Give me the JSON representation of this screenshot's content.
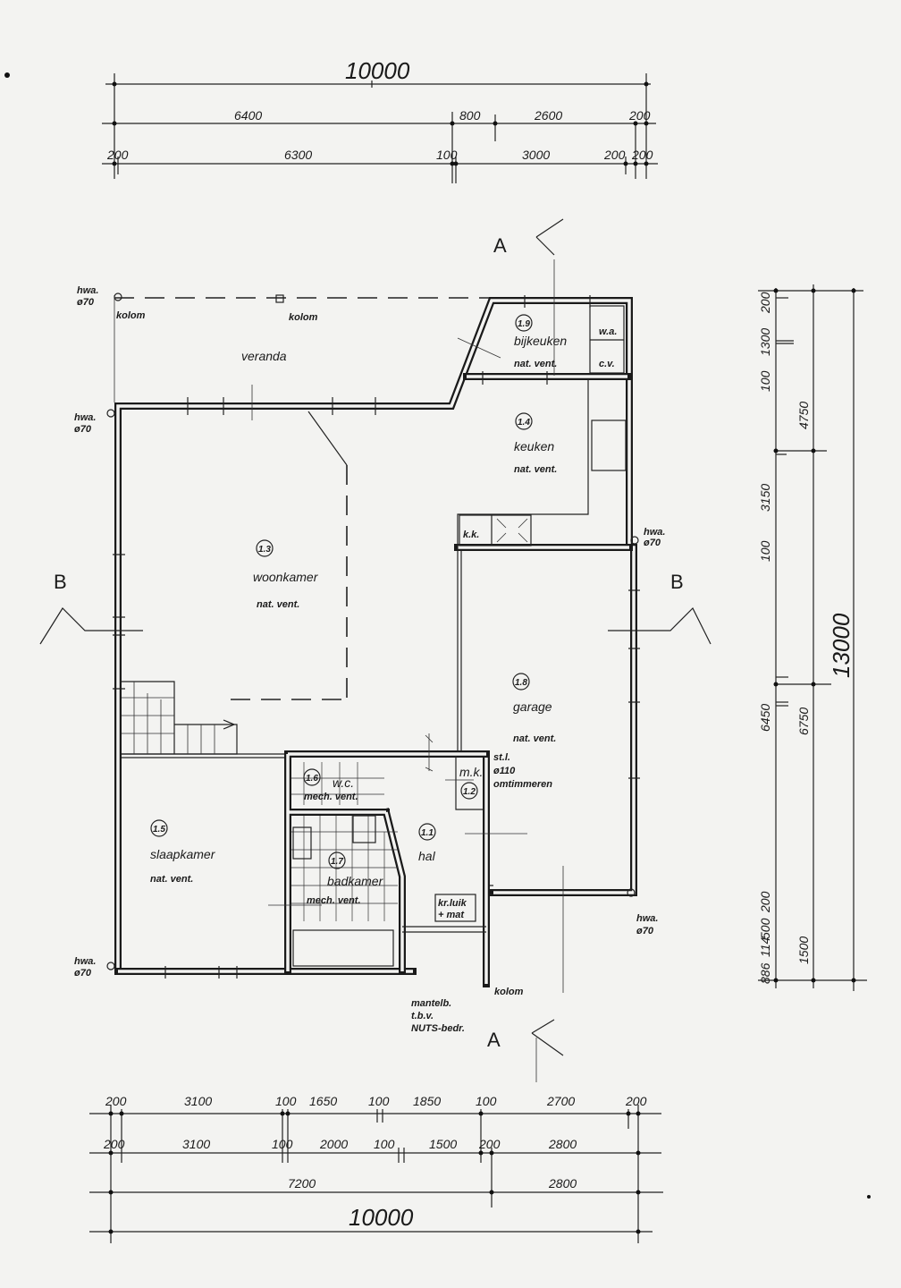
{
  "dimensions": {
    "top_total": "10000",
    "top_row1": [
      "6400",
      "800",
      "2600",
      "200"
    ],
    "top_row2": [
      "200",
      "6300",
      "100",
      "3000",
      "200",
      "200"
    ],
    "right_row1": [
      "200",
      "1300",
      "100",
      "3150",
      "100",
      "6450",
      "200",
      "500",
      "114",
      "886"
    ],
    "right_row2": [
      "4750",
      "6750",
      "1500"
    ],
    "right_total": "13000",
    "bottom_row1": [
      "200",
      "3100",
      "100",
      "1650",
      "100",
      "1850",
      "100",
      "2700",
      "200"
    ],
    "bottom_row2": [
      "200",
      "3100",
      "100",
      "2000",
      "100",
      "1500",
      "200",
      "2800"
    ],
    "bottom_row3": [
      "7200",
      "2800"
    ],
    "bottom_total": "10000"
  },
  "rooms": [
    {
      "num": "1.9",
      "name": "bijkeuken",
      "vent": "nat. vent."
    },
    {
      "num": "1.4",
      "name": "keuken",
      "vent": "nat. vent."
    },
    {
      "num": "1.3",
      "name": "woonkamer",
      "vent": "nat. vent."
    },
    {
      "num": "1.8",
      "name": "garage",
      "vent": "nat. vent."
    },
    {
      "num": "1.5",
      "name": "slaapkamer",
      "vent": "nat. vent."
    },
    {
      "num": "1.6",
      "name": "w.c.",
      "vent": "mech. vent."
    },
    {
      "num": "1.7",
      "name": "badkamer",
      "vent": "mech. vent."
    },
    {
      "num": "1.1",
      "name": "hal"
    },
    {
      "num": "1.2",
      "name": "m.k."
    }
  ],
  "labels": {
    "veranda": "veranda",
    "kolom": "kolom",
    "hwa": "hwa.",
    "hwa_dia": "ø70",
    "wa": "w.a.",
    "cv": "c.v.",
    "kk": "k.k.",
    "stl": "st.l.",
    "stl_dia": "ø110",
    "stl_note": "omtimmeren",
    "krluik": "kr.luik",
    "krluik2": "+ mat",
    "mantelb": "mantelb.",
    "tbv": "t.b.v.",
    "nuts": "NUTS-bedr."
  },
  "sections": {
    "a": "A",
    "b": "B"
  }
}
